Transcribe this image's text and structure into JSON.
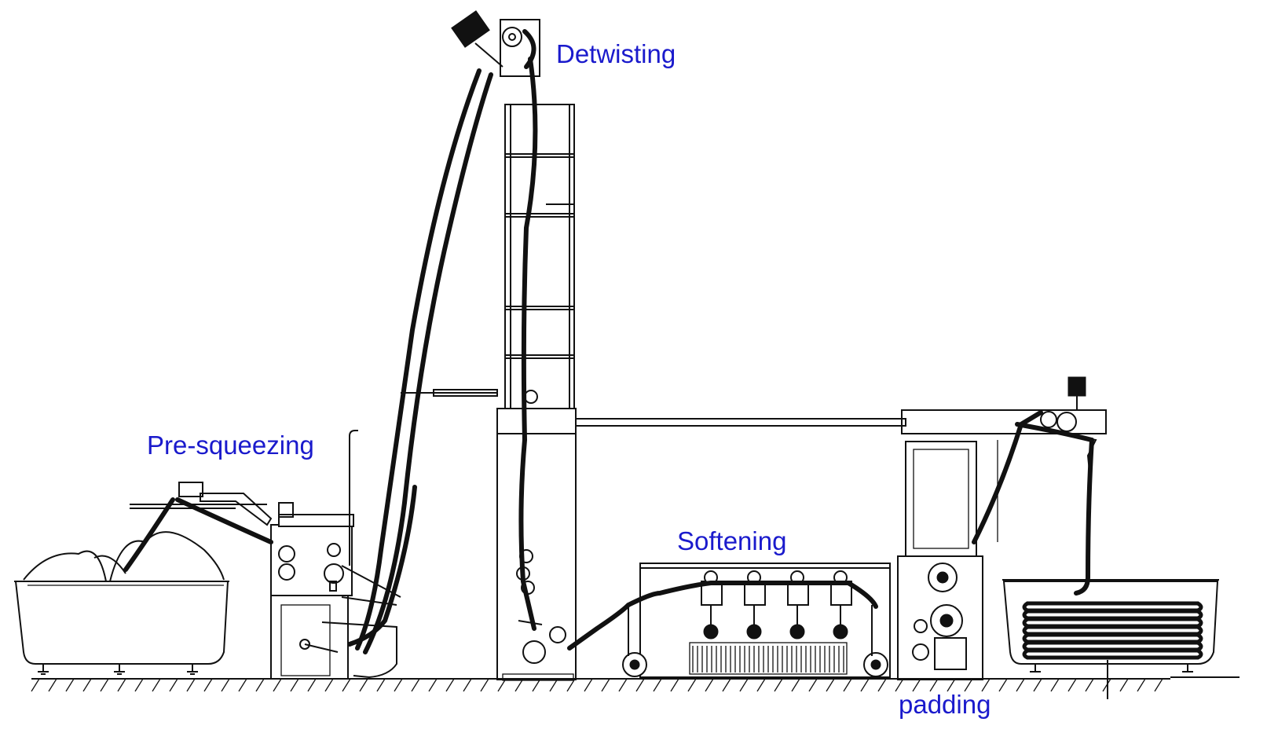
{
  "labels": {
    "detwisting": "Detwisting",
    "pre_squeezing": "Pre-squeezing",
    "softening": "Softening",
    "padding": "padding"
  },
  "colors": {
    "label_text": "#1a1acc",
    "line": "#111111",
    "background": "#ffffff"
  }
}
